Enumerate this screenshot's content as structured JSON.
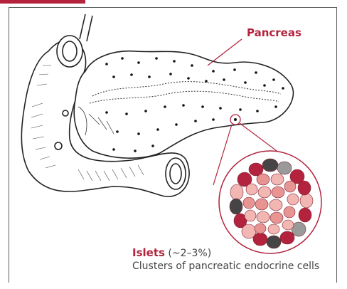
{
  "colors": {
    "accent": "#b3233e",
    "cell_light": "#f2b6b3",
    "cell_mid": "#e79492",
    "cell_red": "#b3233e",
    "cell_dark": "#454545",
    "cell_gray": "#9a9a9a",
    "text": "#444444",
    "frame": "#5e5e5e"
  },
  "labels": {
    "pancreas": "Pancreas",
    "islets_name": "Islets",
    "islets_pct": "(~2–3%)",
    "islets_desc": "Clusters of pancreatic endocrine cells"
  },
  "icons": {
    "organ": "pancreas-duodenum-illustration",
    "magnifier": "islet-magnification-icon"
  }
}
